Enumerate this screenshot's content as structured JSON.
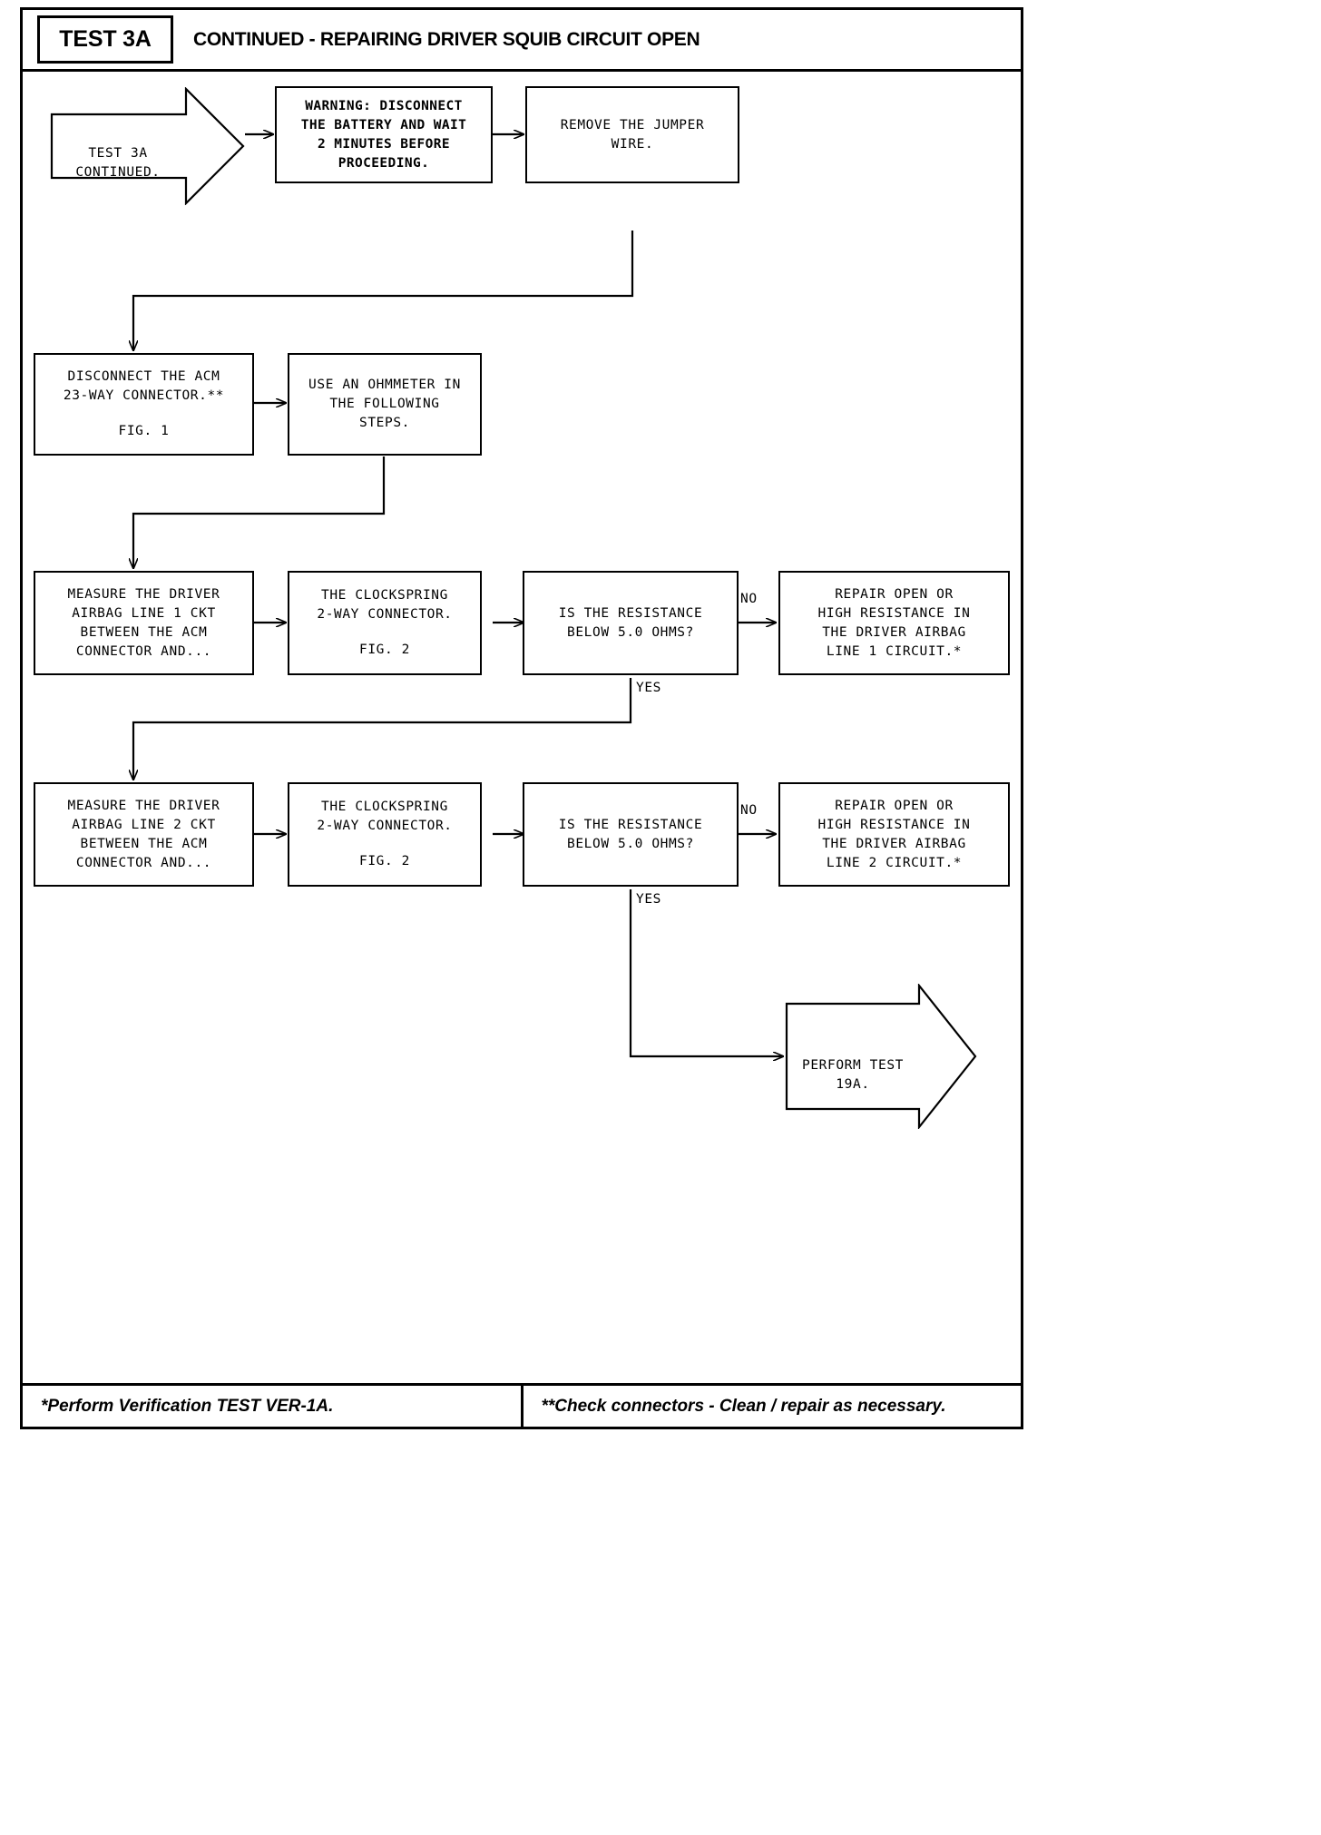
{
  "header": {
    "test_badge": "TEST 3A",
    "title": "CONTINUED - REPAIRING DRIVER SQUIB CIRCUIT OPEN"
  },
  "footer": {
    "left_note": "*Perform Verification TEST VER-1A.",
    "right_note": "**Check connectors - Clean / repair as necessary."
  },
  "flow": {
    "start": {
      "line1": "TEST 3A",
      "line2": "CONTINUED."
    },
    "warning": {
      "line1": "WARNING: DISCONNECT",
      "line2": "THE BATTERY AND WAIT",
      "line3": "2 MINUTES BEFORE",
      "line4": "PROCEEDING."
    },
    "remove_jumper": {
      "line1": "REMOVE THE JUMPER",
      "line2": "WIRE."
    },
    "disconnect_acm": {
      "line1": "DISCONNECT THE ACM",
      "line2": "23-WAY CONNECTOR.**",
      "line3": "FIG. 1"
    },
    "use_ohmmeter": {
      "line1": "USE AN OHMMETER IN",
      "line2": "THE FOLLOWING",
      "line3": "STEPS."
    },
    "measure_line1": {
      "line1": "MEASURE THE DRIVER",
      "line2": "AIRBAG LINE 1 CKT",
      "line3": "BETWEEN THE ACM",
      "line4": "CONNECTOR AND..."
    },
    "clockspring_1": {
      "line1": "THE CLOCKSPRING",
      "line2": "2-WAY CONNECTOR.",
      "line3": "FIG. 2"
    },
    "resistance_q1": {
      "line1": "IS THE RESISTANCE",
      "line2": "BELOW 5.0 OHMS?"
    },
    "repair_line1": {
      "line1": "REPAIR OPEN OR",
      "line2": "HIGH RESISTANCE IN",
      "line3": "THE DRIVER AIRBAG",
      "line4": "LINE 1 CIRCUIT.*"
    },
    "measure_line2": {
      "line1": "MEASURE THE DRIVER",
      "line2": "AIRBAG LINE 2 CKT",
      "line3": "BETWEEN THE ACM",
      "line4": "CONNECTOR AND..."
    },
    "clockspring_2": {
      "line1": "THE CLOCKSPRING",
      "line2": "2-WAY CONNECTOR.",
      "line3": "FIG. 2"
    },
    "resistance_q2": {
      "line1": "IS THE RESISTANCE",
      "line2": "BELOW 5.0 OHMS?"
    },
    "repair_line2": {
      "line1": "REPAIR OPEN OR",
      "line2": "HIGH RESISTANCE IN",
      "line3": "THE DRIVER AIRBAG",
      "line4": "LINE 2 CIRCUIT.*"
    },
    "perform_test": {
      "line1": "PERFORM TEST",
      "line2": "19A."
    },
    "edges": {
      "no_1": "NO",
      "yes_1": "YES",
      "no_2": "NO",
      "yes_2": "YES"
    }
  }
}
